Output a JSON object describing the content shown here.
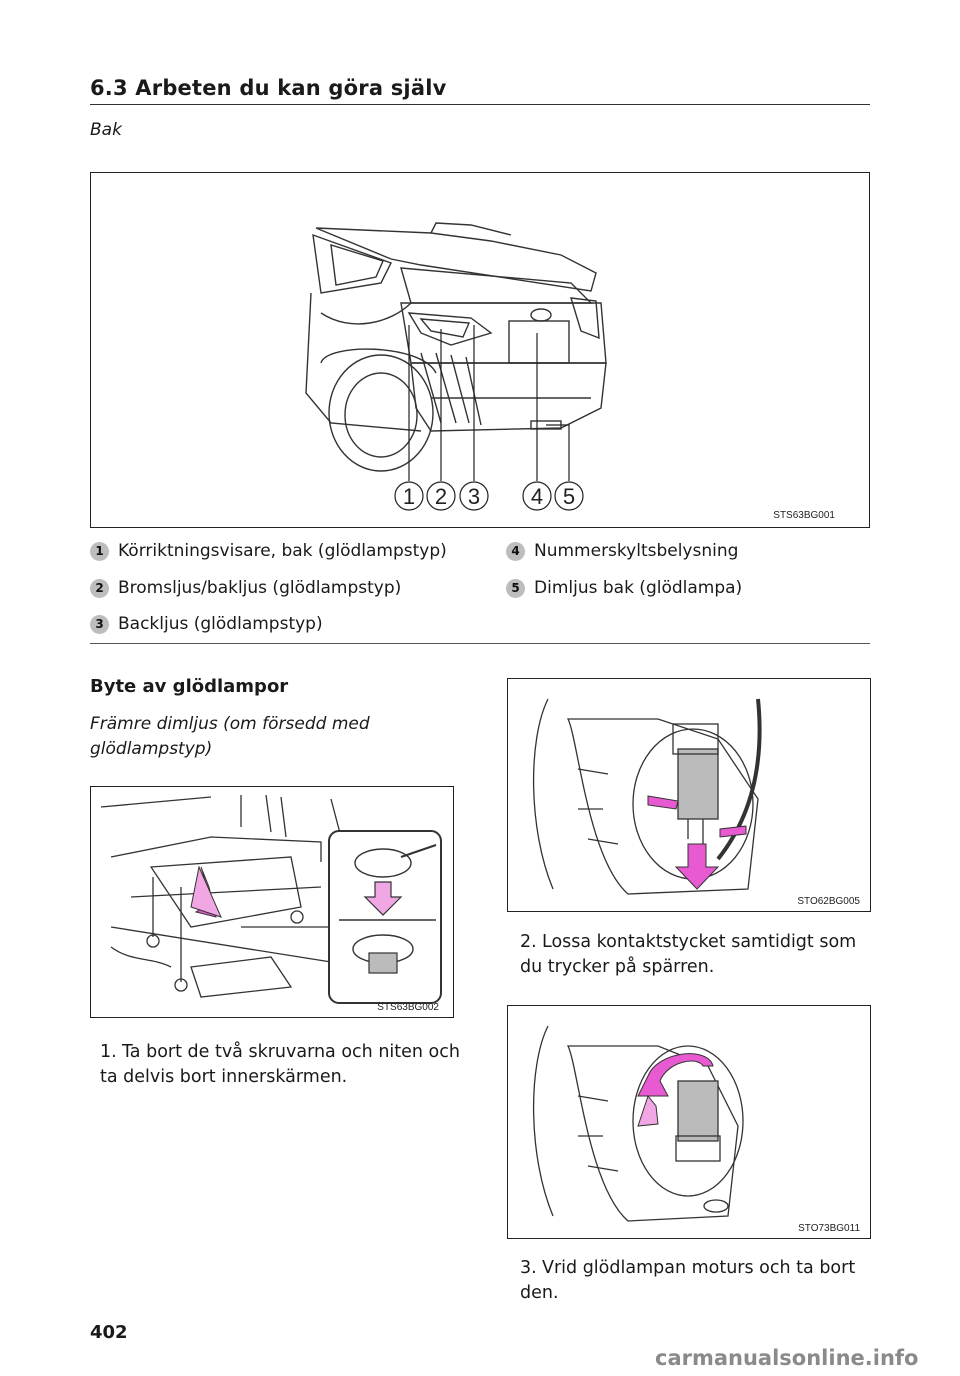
{
  "header": {
    "section": "6.3  Arbeten du kan göra själv"
  },
  "rear": {
    "label": "Bak",
    "figure_code": "STS63BG001",
    "callouts": [
      "1",
      "2",
      "3",
      "4",
      "5"
    ],
    "legend": [
      {
        "num": "1",
        "text": "Körriktningsvisare, bak (glödlampstyp)"
      },
      {
        "num": "2",
        "text": "Bromsljus/bakljus (glödlampstyp)"
      },
      {
        "num": "3",
        "text": "Backljus (glödlampstyp)"
      },
      {
        "num": "4",
        "text": "Nummerskyltsbelysning"
      },
      {
        "num": "5",
        "text": "Dimljus bak (glödlampa)"
      }
    ]
  },
  "bulbs": {
    "heading": "Byte av glödlampor",
    "subheading": "Främre dimljus (om försedd med glödlampstyp)",
    "fig1_code": "STS63BG002",
    "fig2_code": "STO62BG005",
    "fig3_code": "STO73BG011",
    "steps": [
      {
        "num": "1.",
        "text": "Ta bort de två skruvarna och niten och ta delvis bort innerskärmen."
      },
      {
        "num": "2.",
        "text": "Lossa kontaktstycket samtidigt som du trycker på spärren."
      },
      {
        "num": "3.",
        "text": "Vrid glödlampan moturs och ta bort den."
      }
    ]
  },
  "footer": {
    "page": "402",
    "watermark": "carmanualsonline.info"
  }
}
